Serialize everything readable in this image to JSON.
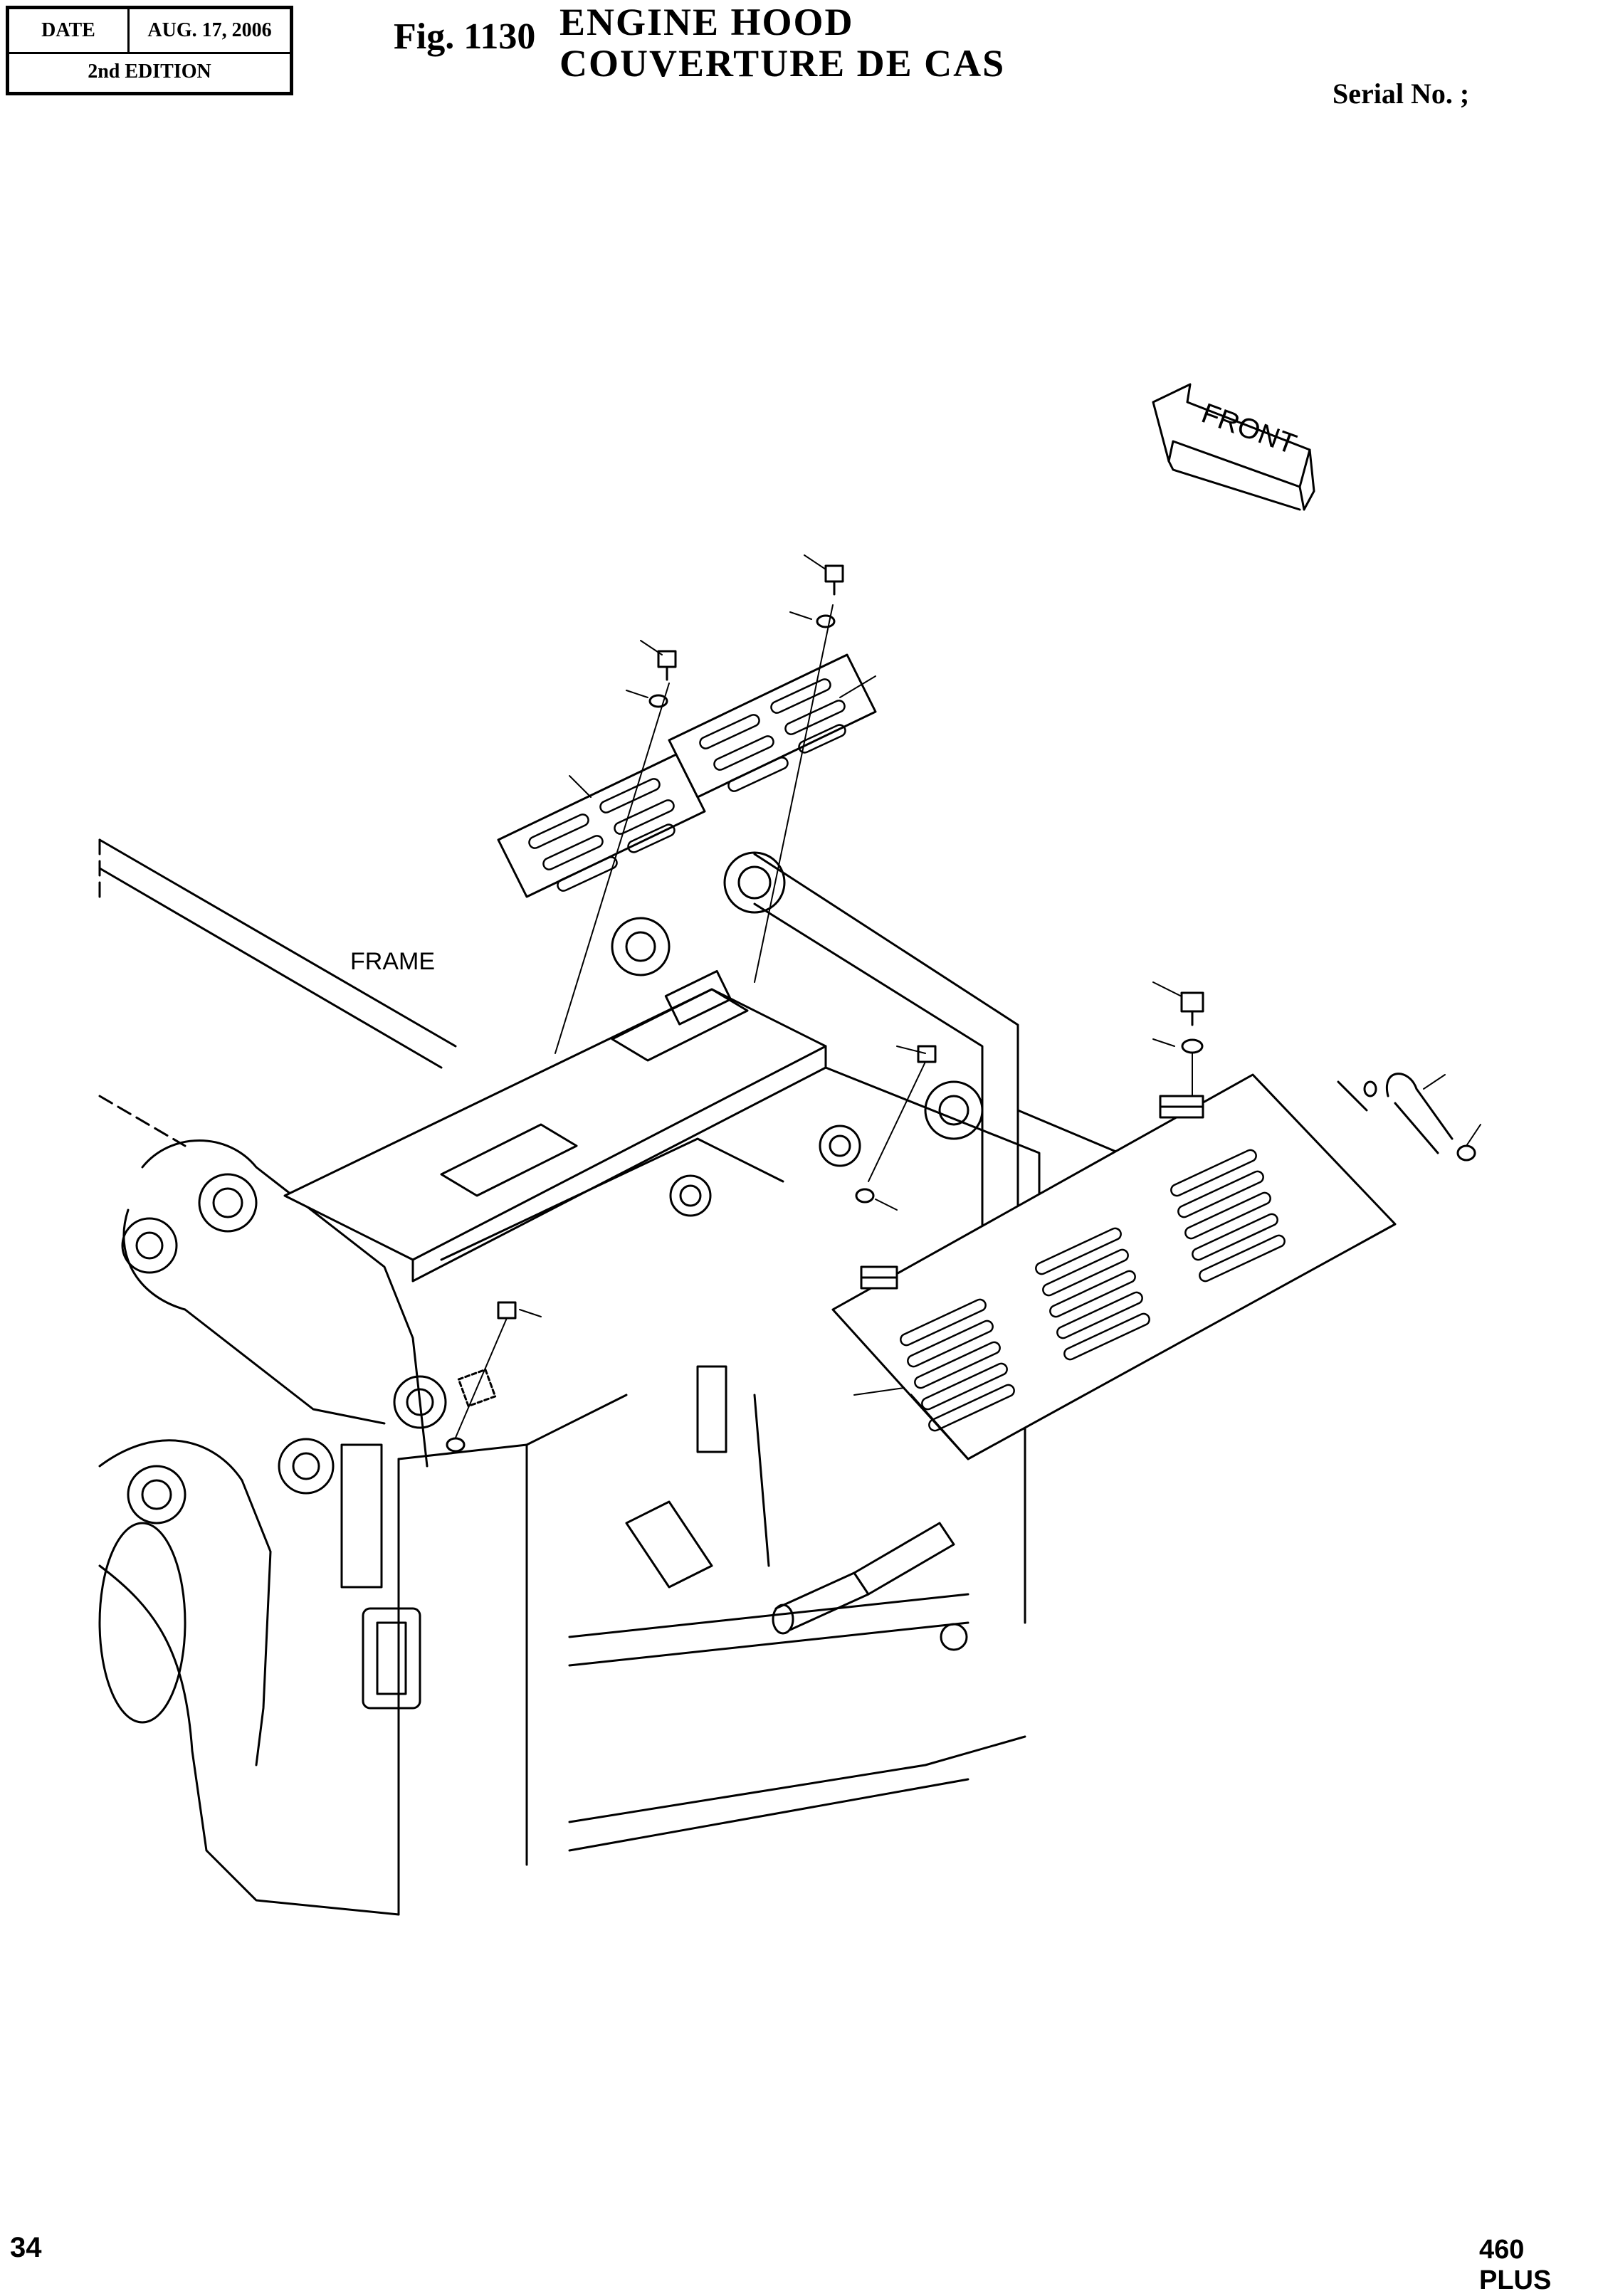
{
  "header": {
    "date_label": "DATE",
    "date_value": "AUG. 17, 2006",
    "edition": "2nd EDITION",
    "fig_number": "Fig. 1130",
    "title_en": "ENGINE HOOD",
    "title_fr": "COUVERTURE DE CAS",
    "serial": "Serial No. ;"
  },
  "diagram": {
    "front_label": "FRONT",
    "frame_label": "FRAME"
  },
  "footer": {
    "page_number": "34",
    "model": "460 PLUS"
  }
}
